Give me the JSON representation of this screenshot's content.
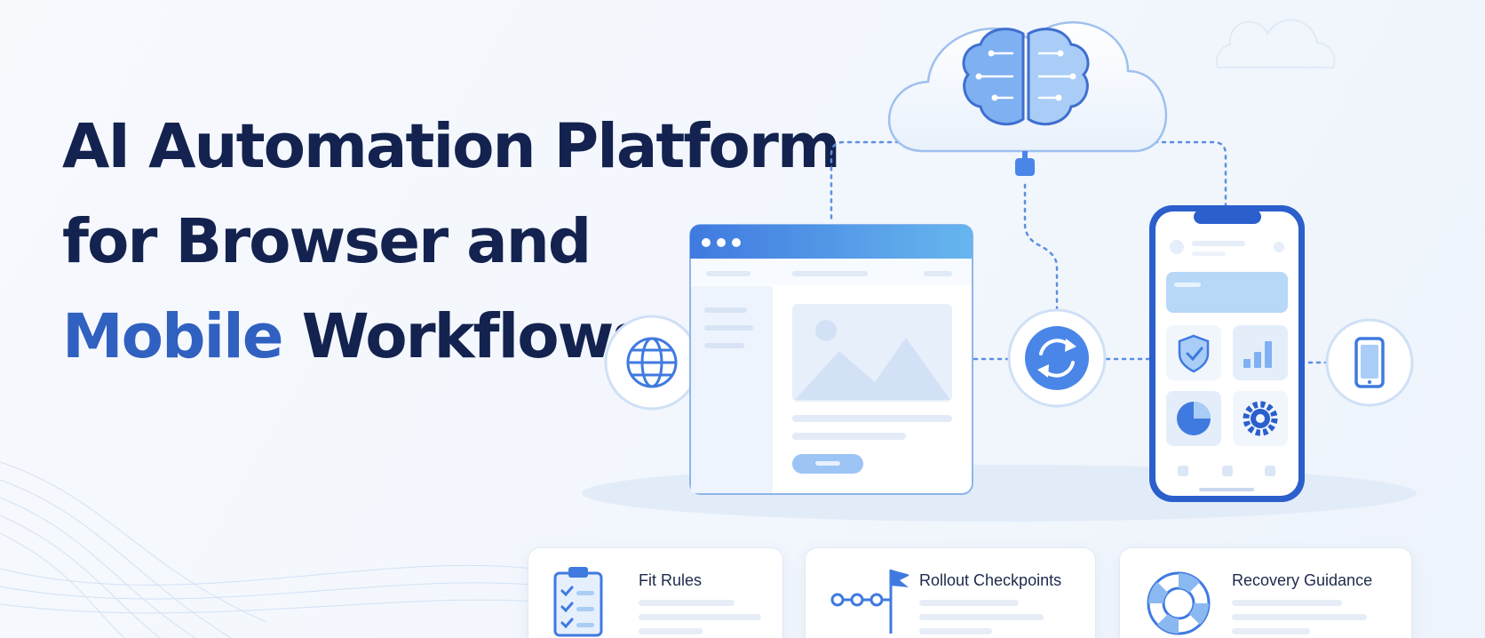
{
  "hero": {
    "title_line1": "AI Automation Platform",
    "title_line2": "for Browser and",
    "title_line3_accent": "Mobile",
    "title_line3_rest": " Workflows"
  },
  "icons": {
    "cloud": "cloud-icon",
    "brain": "brain-circuit-icon",
    "globe": "globe-icon",
    "sync": "sync-icon",
    "phone": "smartphone-icon",
    "shield": "shield-check-icon",
    "bar_chart": "bar-chart-icon",
    "pie_chart": "pie-chart-icon",
    "gear": "gear-icon",
    "clipboard": "clipboard-checklist-icon",
    "flag_route": "flag-route-icon",
    "lifebuoy": "lifebuoy-icon"
  },
  "features": [
    {
      "title": "Fit Rules",
      "icon": "clipboard-checklist-icon"
    },
    {
      "title": "Rollout Checkpoints",
      "icon": "flag-route-icon"
    },
    {
      "title": "Recovery Guidance",
      "icon": "lifebuoy-icon"
    }
  ],
  "colors": {
    "headline": "#13224f",
    "accent": "#3060c0",
    "primary": "#4a86e8",
    "light": "#dce9fb"
  }
}
